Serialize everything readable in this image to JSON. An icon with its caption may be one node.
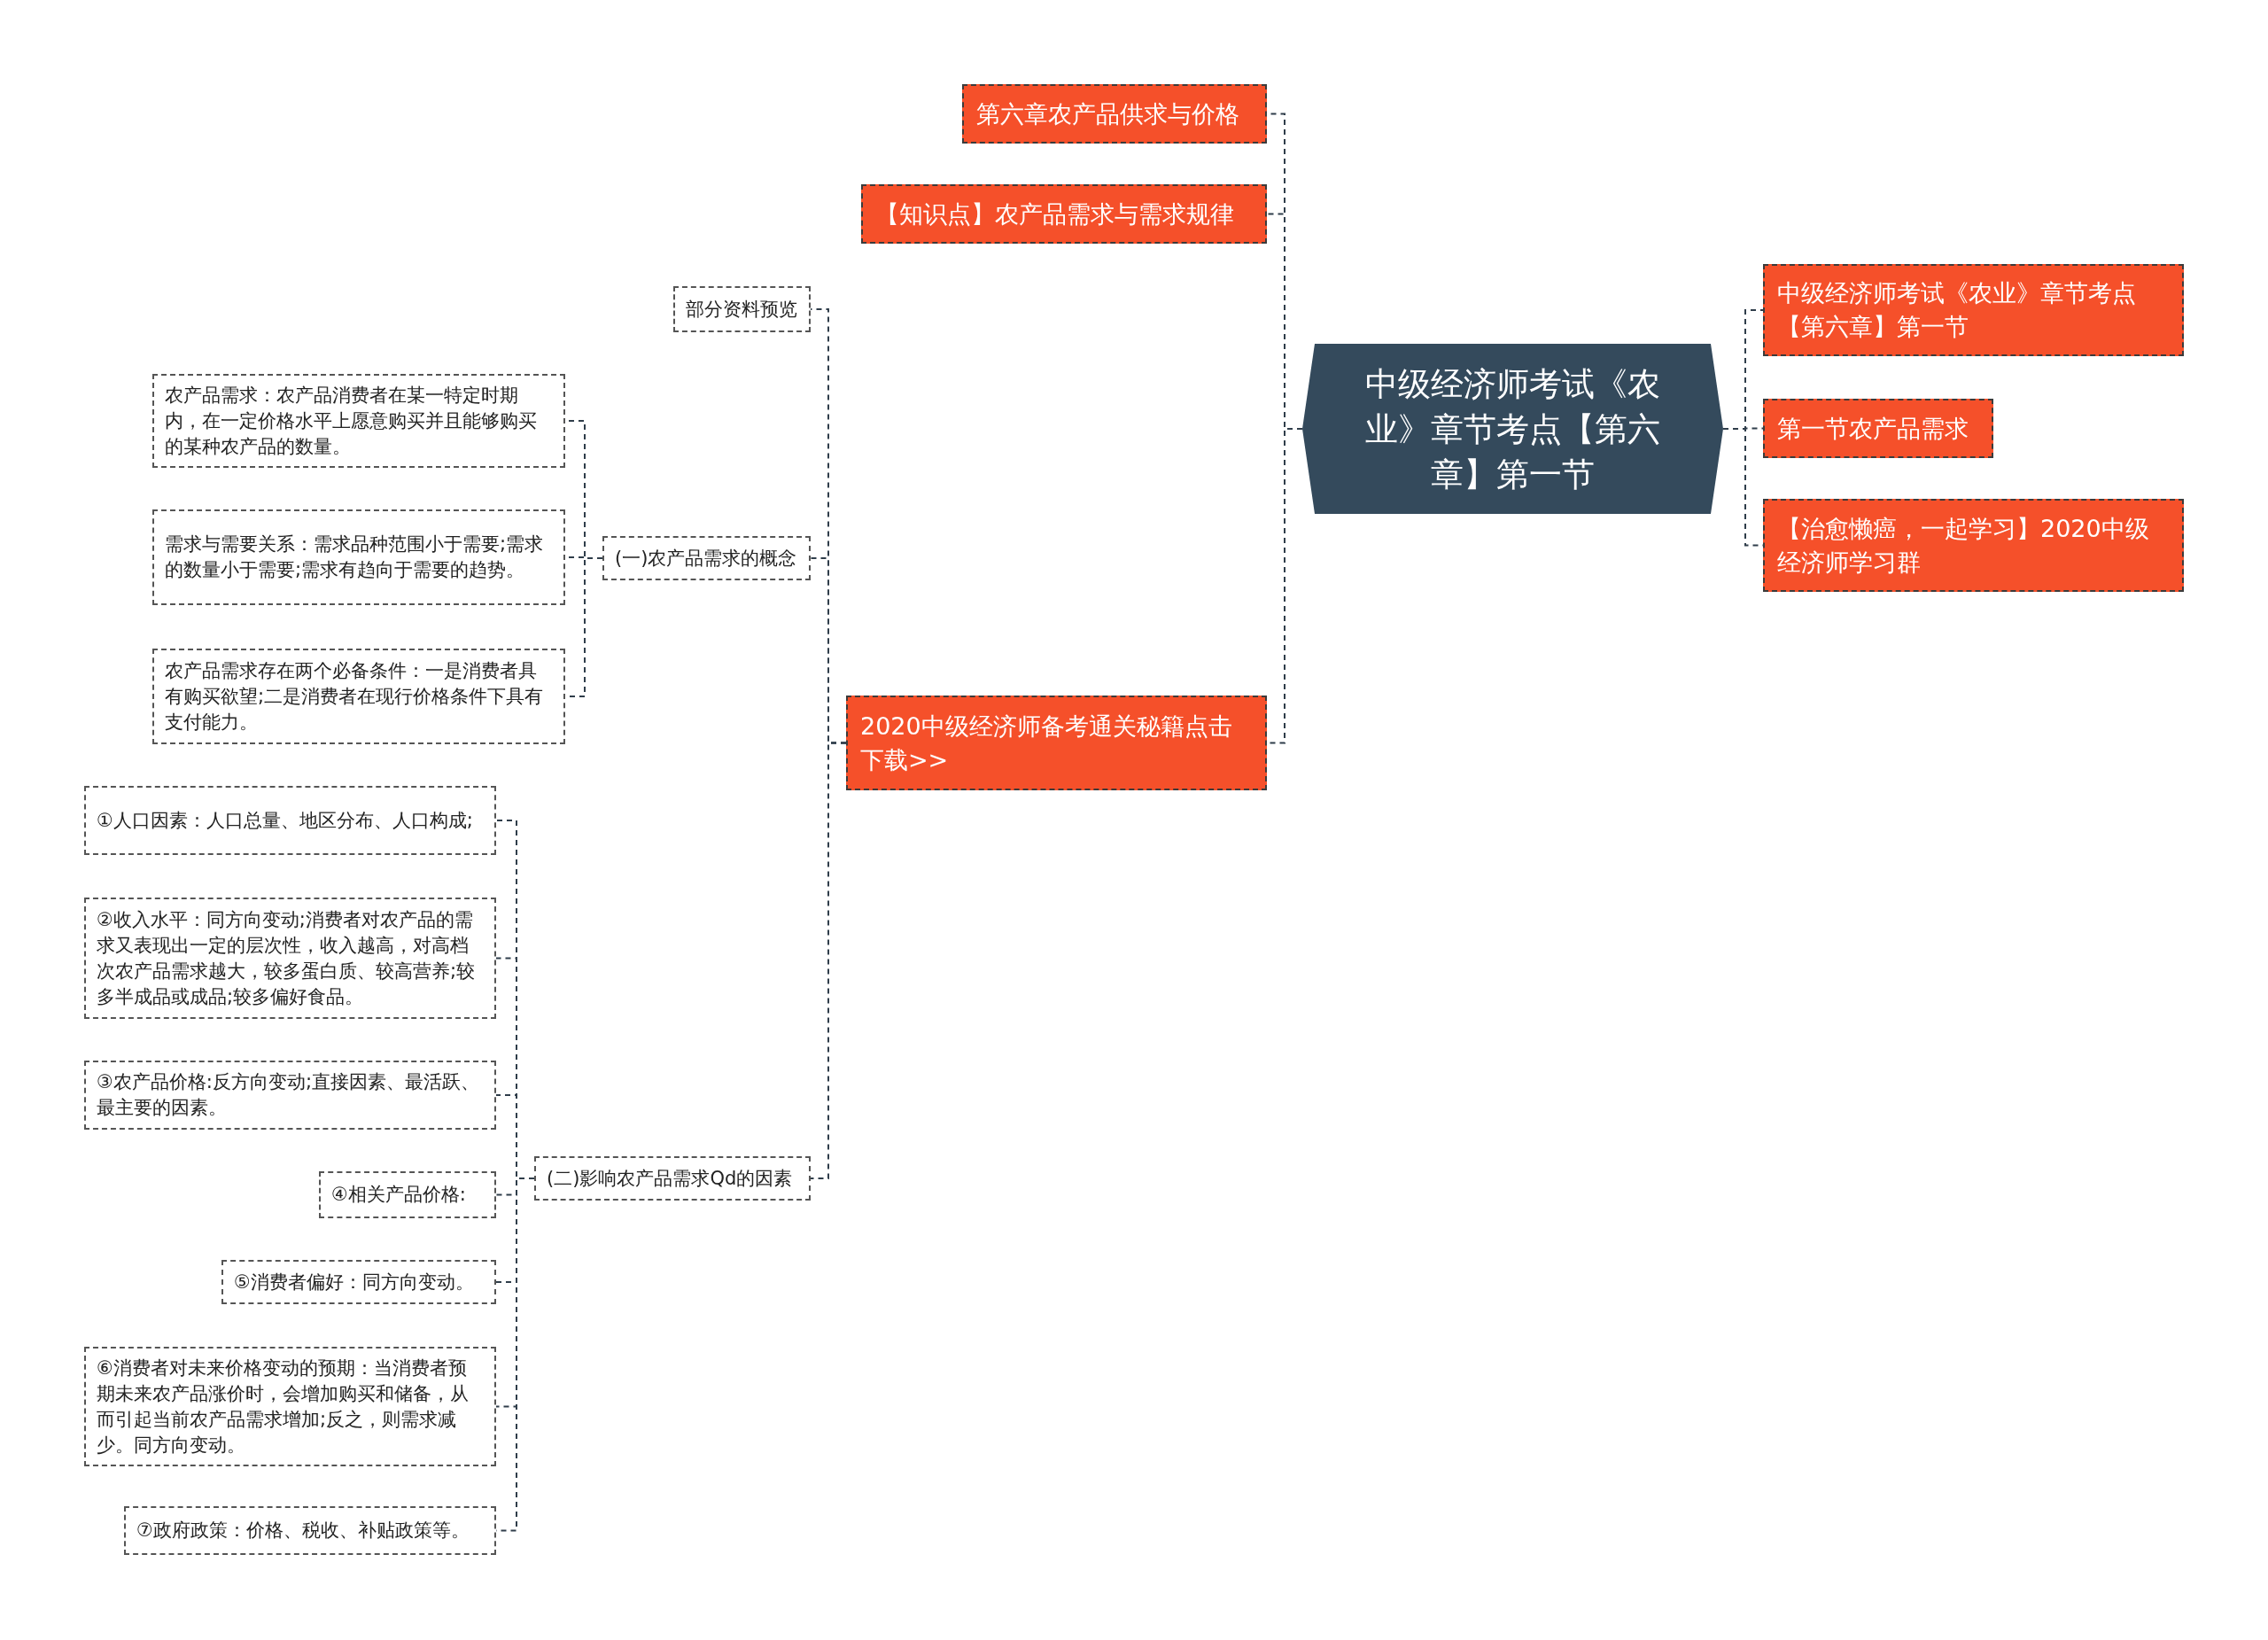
{
  "diagram": {
    "nodes": [
      {
        "text": [
          "中级经济师考试《农业》章节考点【第六章】第一节"
        ]
      },
      {
        "text": [
          "中级经济师考试《农业》章节考点【第六章】第一节"
        ]
      },
      {
        "text": [
          "第一节农产品需求"
        ]
      },
      {
        "text": [
          "【治愈懒癌，一起学习】2020中级经济师学习群"
        ]
      },
      {
        "text": [
          "第六章农产品供求与价格"
        ]
      },
      {
        "text": [
          "【知识点】农产品需求与需求规律"
        ]
      },
      {
        "text": [
          "2020中级经济师备考通关秘籍点击下载>>"
        ]
      },
      {
        "text": [
          "部分资料预览"
        ]
      },
      {
        "text": [
          "(一)农产品需求的概念"
        ]
      },
      {
        "text": [
          "农产品需求：农产品消费者在某一特定时期内，在一定价格水平上愿意购买并且能够购买的某种农产品的数量。"
        ]
      },
      {
        "text": [
          "需求与需要关系：需求品种范围小于需要;需求的数量小于需要;需求有趋向于需要的趋势。"
        ]
      },
      {
        "text": [
          "农产品需求存在两个必备条件：一是消费者具有购买欲望;二是消费者在现行价格条件下具有支付能力。"
        ]
      },
      {
        "text": [
          "(二)影响农产品需求Qd的因素"
        ]
      },
      {
        "text": [
          "①人口因素：人口总量、地区分布、人口构成;"
        ]
      },
      {
        "text": [
          "②收入水平：同方向变动;消费者对农产品的需求又表现出一定的层次性，收入越高，对高档次农产品需求越大，较多蛋白质、较高营养;较多半成品或成品;较多偏好食品。"
        ]
      },
      {
        "text": [
          "③农产品价格:反方向变动;直接因素、最活跃、最主要的因素。"
        ]
      },
      {
        "text": [
          "④相关产品价格:"
        ]
      },
      {
        "text": [
          "⑤消费者偏好：同方向变动。"
        ]
      },
      {
        "text": [
          "⑥消费者对未来价格变动的预期：当消费者预期未来农产品涨价时，会增加购买和储备，从而引起当前农产品需求增加;反之，则需求减少。同方向变动。"
        ]
      },
      {
        "text": [
          "⑦政府政策：价格、税收、补贴政策等。"
        ]
      }
    ],
    "edges": [
      {
        "from": 0,
        "to": 1,
        "arrow": "none"
      },
      {
        "from": 0,
        "to": 2,
        "arrow": "none"
      },
      {
        "from": 0,
        "to": 3,
        "arrow": "none"
      },
      {
        "from": 0,
        "to": 4,
        "arrow": "none"
      },
      {
        "from": 0,
        "to": 5,
        "arrow": "none"
      },
      {
        "from": 0,
        "to": 6,
        "arrow": "none"
      },
      {
        "from": 6,
        "to": 7,
        "arrow": "none"
      },
      {
        "from": 6,
        "to": 8,
        "arrow": "none"
      },
      {
        "from": 8,
        "to": 9,
        "arrow": "none"
      },
      {
        "from": 8,
        "to": 10,
        "arrow": "none"
      },
      {
        "from": 8,
        "to": 11,
        "arrow": "none"
      },
      {
        "from": 6,
        "to": 12,
        "arrow": "none"
      },
      {
        "from": 12,
        "to": 13,
        "arrow": "none"
      },
      {
        "from": 12,
        "to": 14,
        "arrow": "none"
      },
      {
        "from": 12,
        "to": 15,
        "arrow": "none"
      },
      {
        "from": 12,
        "to": 16,
        "arrow": "none"
      },
      {
        "from": 12,
        "to": 17,
        "arrow": "none"
      },
      {
        "from": 12,
        "to": 18,
        "arrow": "none"
      },
      {
        "from": 12,
        "to": 19,
        "arrow": "none"
      }
    ]
  }
}
